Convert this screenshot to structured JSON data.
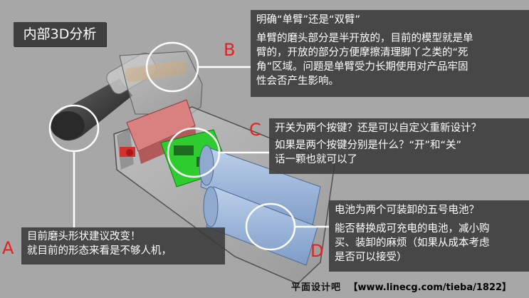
{
  "title": "内部3D分析",
  "labels": {
    "a": "A",
    "b": "B",
    "c": "C",
    "d": "D"
  },
  "notes": {
    "a": {
      "lines": [
        "目前磨头形状建议改变！",
        "就目前的形态来看是不够人机，"
      ]
    },
    "b": {
      "heading": "明确“单臂”还是“双臂”",
      "lines": [
        "单臂的磨头部分是半开放的，目前的模型就是单",
        "臂的，开放的部分方便摩擦清理脚丫之类的“死",
        "角”区域。问题是单臂受力长期使用对产品牢固",
        "性会否产生影响。"
      ]
    },
    "c": {
      "lines": [
        "开关为两个按键？还是可以自定义重新设计？",
        "如果是两个按键分别是什么？“开”和“关”",
        "话一颗也就可以了"
      ]
    },
    "d": {
      "heading": "电池为两个可装卸的五号电池？",
      "lines": [
        "能否替换成可充电的电池，减小购",
        "买、装卸的麻烦（如果从成本考虑",
        "是否可以接受）"
      ]
    }
  },
  "footer": {
    "brand": "平面设计吧",
    "url": "【www.linecg.com/tieba/1822】"
  },
  "colors": {
    "background": "#a7a7a7",
    "note_bg": "#3a3a3a",
    "label_red": "#e52020",
    "switch_green": "#2ecc2e",
    "battery_blue": "#9ab8dd",
    "board_red": "#d98080"
  }
}
